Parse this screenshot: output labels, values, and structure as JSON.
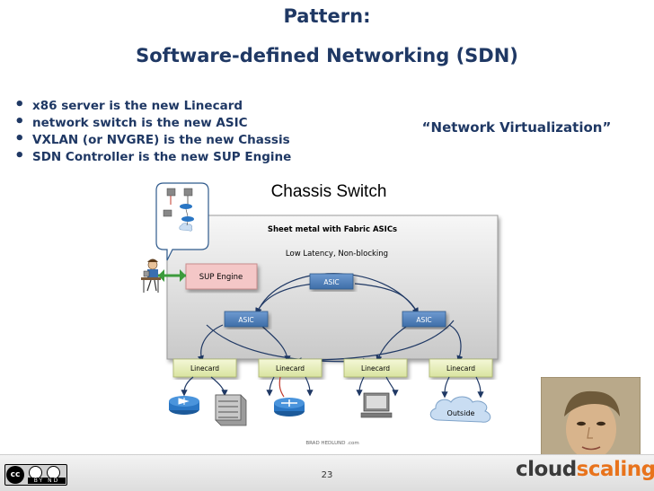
{
  "slide": {
    "title_line1": "Pattern:",
    "title_line2": "Software-defined Networking (SDN)",
    "bullets": [
      "x86 server is the new Linecard",
      "network switch is the new ASIC",
      "VXLAN (or NVGRE) is the new Chassis",
      "SDN Controller is the new SUP Engine"
    ],
    "quote": "“Network Virtualization”",
    "page_number": "23"
  },
  "diagram": {
    "chassis_label": "Chassis Switch",
    "sheet_label": "Sheet metal with Fabric ASICs",
    "latency_label": "Low Latency, Non-blocking",
    "sup_engine": "SUP Engine",
    "asic_top": "ASIC",
    "asic_left": "ASIC",
    "asic_right": "ASIC",
    "linecards": [
      "Linecard",
      "Linecard",
      "Linecard",
      "Linecard"
    ],
    "outside_label": "Outside",
    "credit": "BRAD HEDLUND .com",
    "colors": {
      "title": "#1f3864",
      "asic": "#4f81bd",
      "linecard": "#ebf1c5",
      "sup": "#f4c7c7",
      "arrow": "#1f3864"
    }
  },
  "footer": {
    "logo_part1": "cloud",
    "logo_part2": "scaling",
    "cc_text": "cc",
    "cc_sub": "BY ND"
  }
}
